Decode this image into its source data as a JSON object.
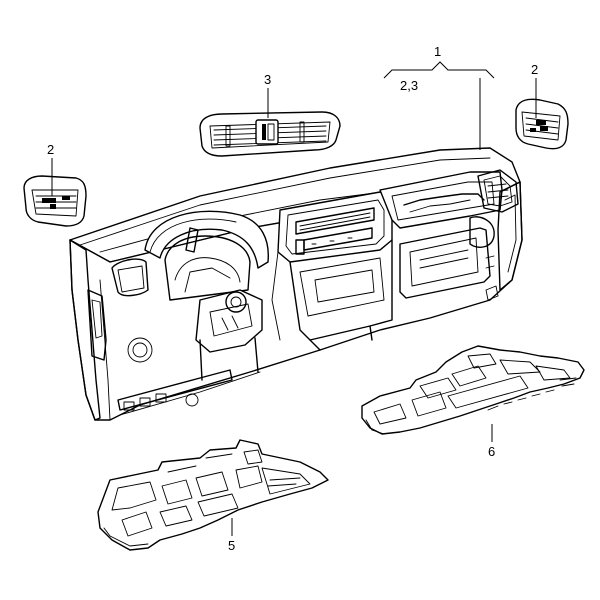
{
  "callouts": {
    "part_1": "1",
    "part_1_sub": "2,3",
    "part_2_left": "2",
    "part_2_right": "2",
    "part_3": "3",
    "part_5": "5",
    "part_6": "6"
  }
}
